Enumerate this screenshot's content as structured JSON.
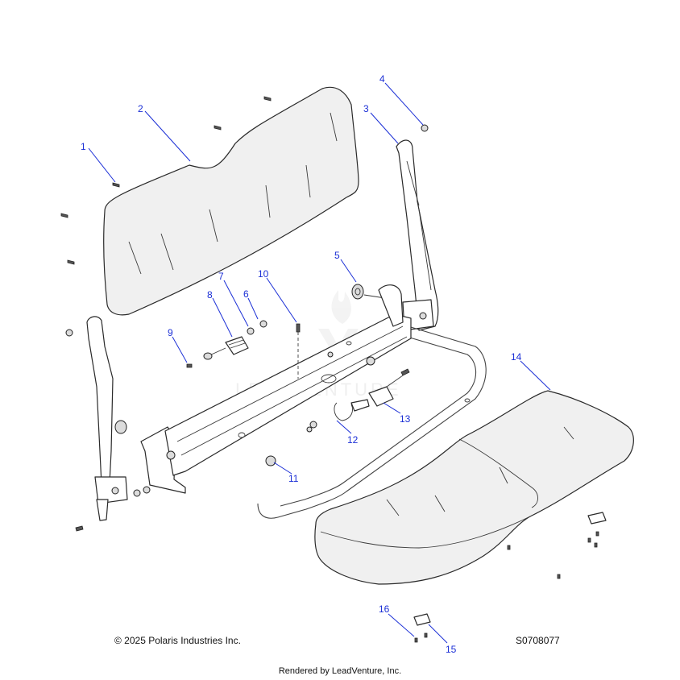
{
  "watermark": {
    "text": "LEADVENTURE"
  },
  "callouts": [
    "1",
    "2",
    "3",
    "4",
    "5",
    "6",
    "7",
    "8",
    "9",
    "10",
    "11",
    "12",
    "13",
    "14",
    "15",
    "16"
  ],
  "footer": {
    "copyright": "© 2025 Polaris Industries Inc.",
    "drawing_number": "S0708077",
    "rendered_by": "Rendered by LeadVenture, Inc."
  }
}
